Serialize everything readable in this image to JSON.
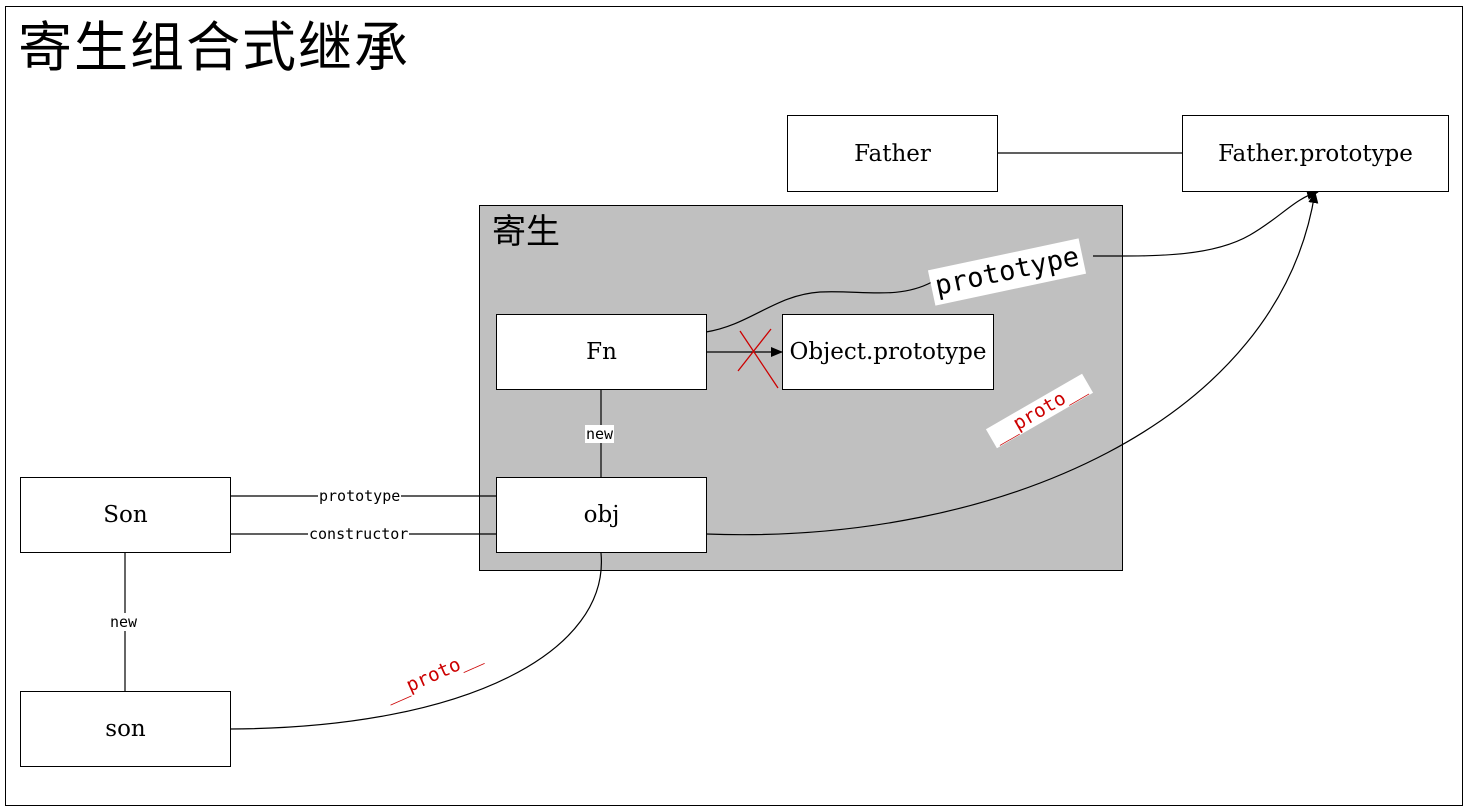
{
  "title": "寄生组合式继承",
  "group_label": "寄生",
  "nodes": {
    "father": "Father",
    "father_prototype": "Father.prototype",
    "fn": "Fn",
    "object_prototype": "Object.prototype",
    "obj": "obj",
    "son_class": "Son",
    "son_instance": "son"
  },
  "edges": {
    "fn_new": "new",
    "son_new": "new",
    "son_prototype": "prototype",
    "son_constructor": "constructor",
    "fn_prototype": "prototype",
    "obj_proto": "__proto__",
    "son_proto": "__proto__"
  },
  "colors": {
    "group_fill": "#c0c0c0",
    "proto_text": "#cc0000",
    "broken_link_mark": "#cc0000"
  },
  "icons": {
    "broken_link": "x-mark-icon"
  }
}
